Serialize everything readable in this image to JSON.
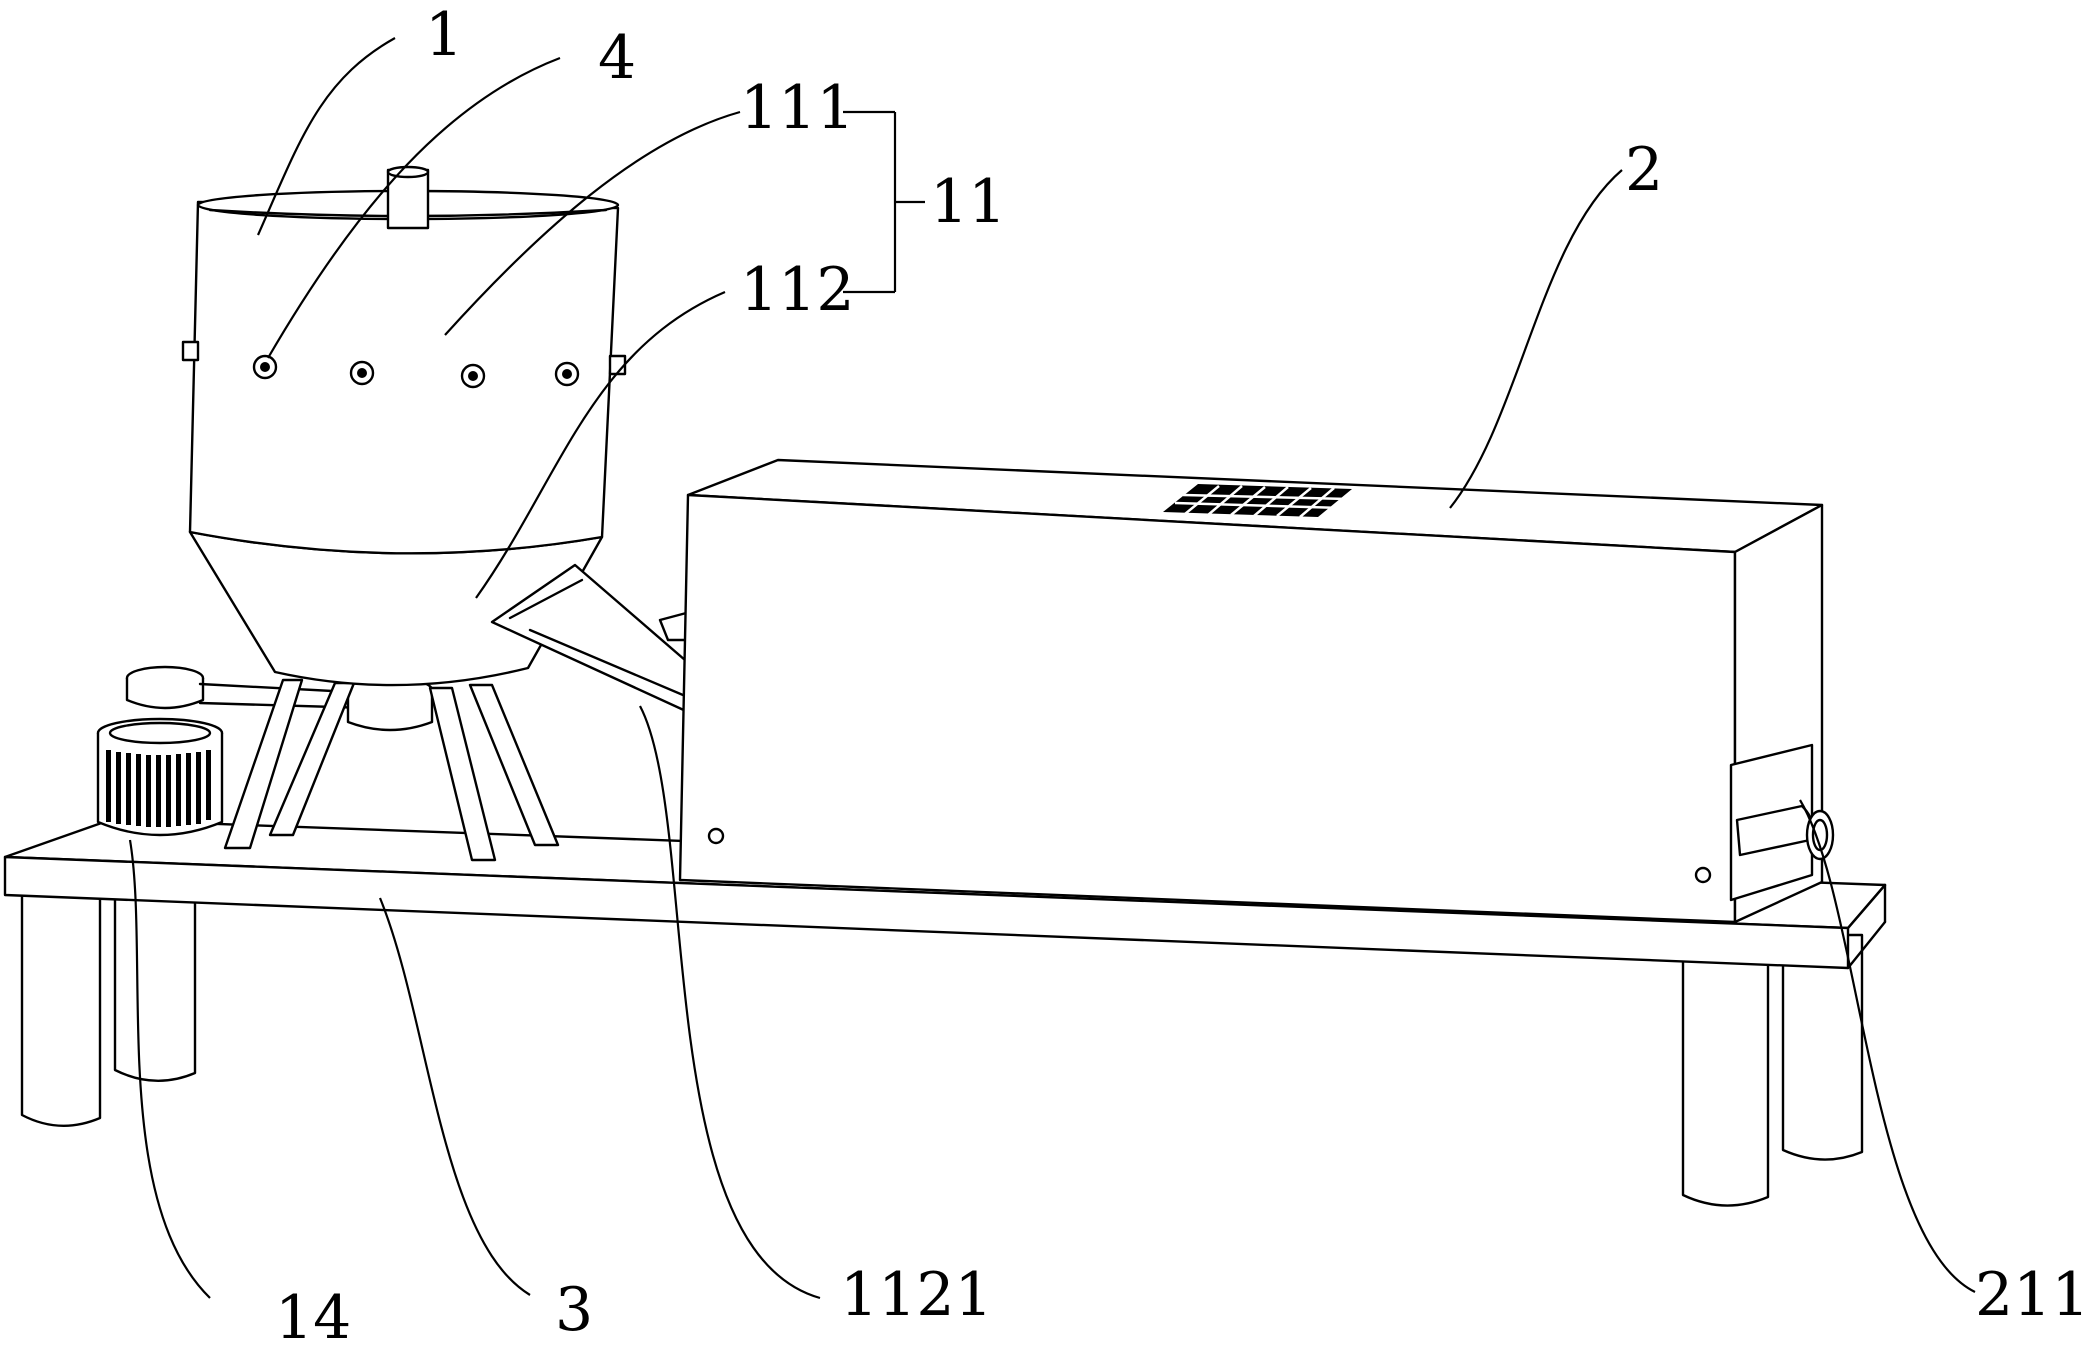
{
  "labels": {
    "l1": "1",
    "l4": "4",
    "l111": "111",
    "l112": "112",
    "l11": "11",
    "l2": "2",
    "l14": "14",
    "l3": "3",
    "l1121": "1121",
    "l211": "211"
  }
}
